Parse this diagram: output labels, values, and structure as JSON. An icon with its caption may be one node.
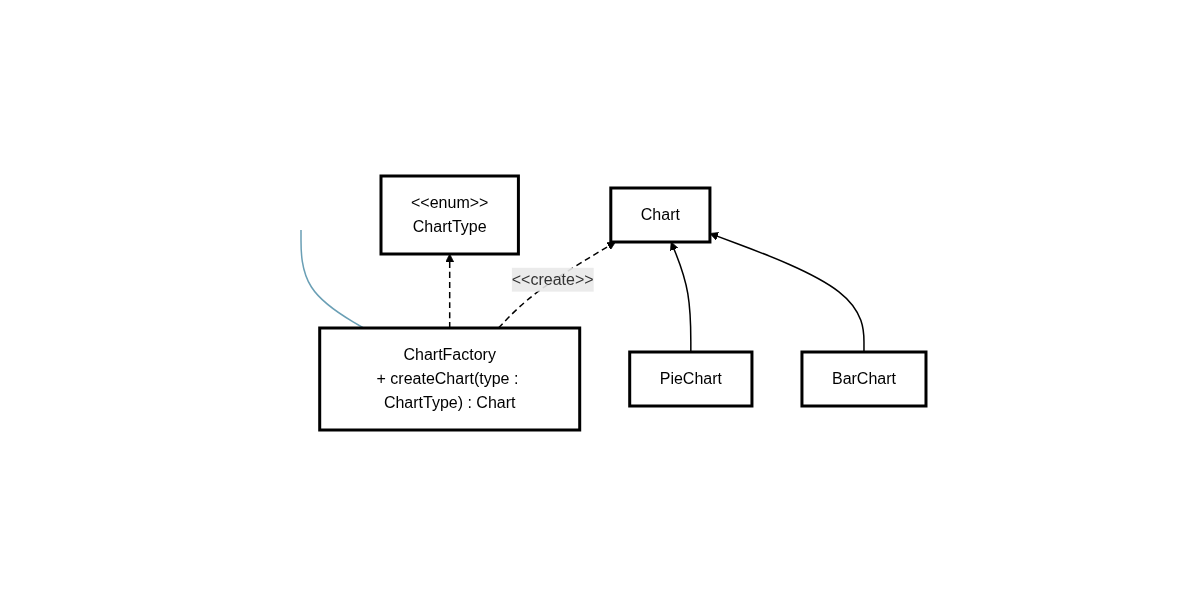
{
  "diagram": {
    "nodes": [
      {
        "text": [
          "<<enum>>",
          "ChartType"
        ]
      },
      {
        "text": [
          "ChartFactory",
          "+ createChart(type : ChartType) : Chart"
        ]
      },
      {
        "text": [
          "Chart"
        ]
      },
      {
        "text": [
          "PieChart"
        ]
      },
      {
        "text": [
          "BarChart"
        ]
      }
    ],
    "edges": [
      {
        "from": 1,
        "to": 0,
        "arrow": "to",
        "style": "dashed"
      },
      {
        "from": 1,
        "to": 2,
        "arrow": "to",
        "style": "dashed",
        "label": "<<create>>"
      },
      {
        "from": 3,
        "to": 2,
        "arrow": "to"
      },
      {
        "from": 4,
        "to": 2,
        "arrow": "to"
      },
      {
        "from": 1,
        "to": null,
        "arrow": "none",
        "color": "#6a9fb5"
      }
    ]
  }
}
